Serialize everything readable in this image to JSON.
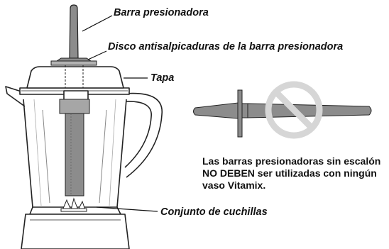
{
  "labels": {
    "tamper": "Barra presionadora",
    "splash_disk": "Disco antisalpicaduras de la barra presionadora",
    "lid": "Tapa",
    "blade_assembly": "Conjunto de cuchillas"
  },
  "warning_text": "Las barras presionadoras sin escalón NO DEBEN ser utilizadas con ningún vaso Vitamix.",
  "colors": {
    "tamper_fill": "#8c8c8c",
    "tamper_light": "#b3b3b3",
    "prohibited_symbol": "#d6d6d6",
    "outline": "#222222"
  },
  "icons": {
    "prohibited": "no-symbol-icon"
  }
}
